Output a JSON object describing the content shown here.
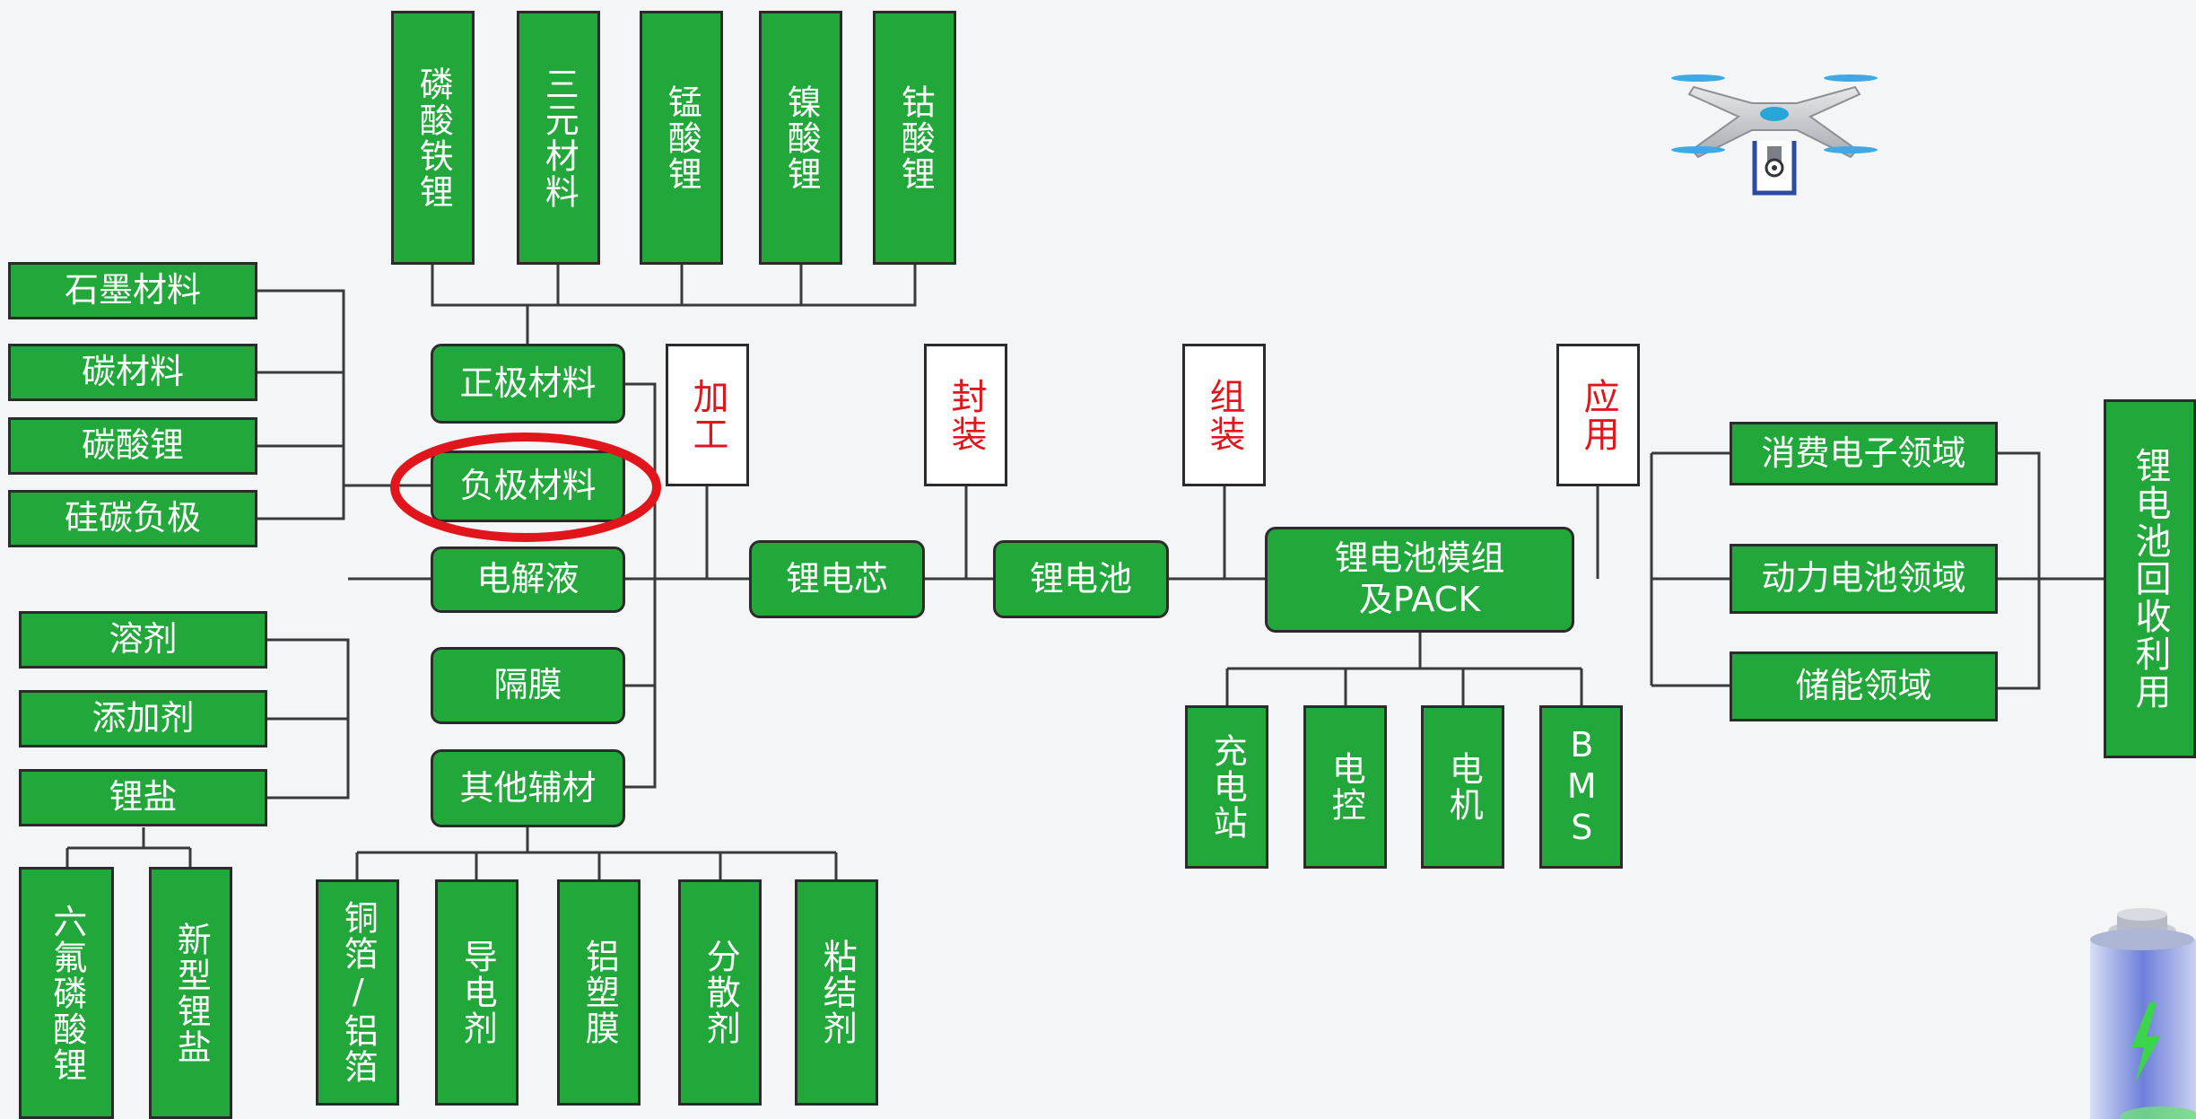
{
  "diagram": {
    "cathode_materials": [
      "磷酸铁锂",
      "三元材料",
      "锰酸锂",
      "镍酸锂",
      "钴酸锂"
    ],
    "anode_materials": [
      "石墨材料",
      "碳材料",
      "碳酸锂",
      "硅碳负极"
    ],
    "electrolyte_components": [
      "溶剂",
      "添加剂",
      "锂盐"
    ],
    "lithium_salts": [
      "六氟磷酸锂",
      "新型锂盐"
    ],
    "center_materials": {
      "cathode": "正极材料",
      "anode": "负极材料",
      "electrolyte": "电解液",
      "separator": "隔膜",
      "auxiliary": "其他辅材"
    },
    "auxiliary_materials": [
      "铜箔/铝箔",
      "导电剂",
      "铝塑膜",
      "分散剂",
      "粘结剂"
    ],
    "processes": {
      "process": "加工",
      "package": "封装",
      "assemble": "组装",
      "apply": "应用"
    },
    "chain": {
      "cell": "锂电芯",
      "battery": "锂电池",
      "module": "锂电池模组及PACK"
    },
    "module_parts": [
      "充电站",
      "电控",
      "电机",
      "BMS"
    ],
    "applications": [
      "消费电子领域",
      "动力电池领域",
      "储能领域"
    ],
    "recycling": "锂电池回收利用",
    "colors": {
      "box_fill": "#22a73a",
      "process_text": "#e0161c",
      "highlight_ring": "#e0161c",
      "connector": "#3a3a3a"
    },
    "highlighted": "负极材料"
  }
}
